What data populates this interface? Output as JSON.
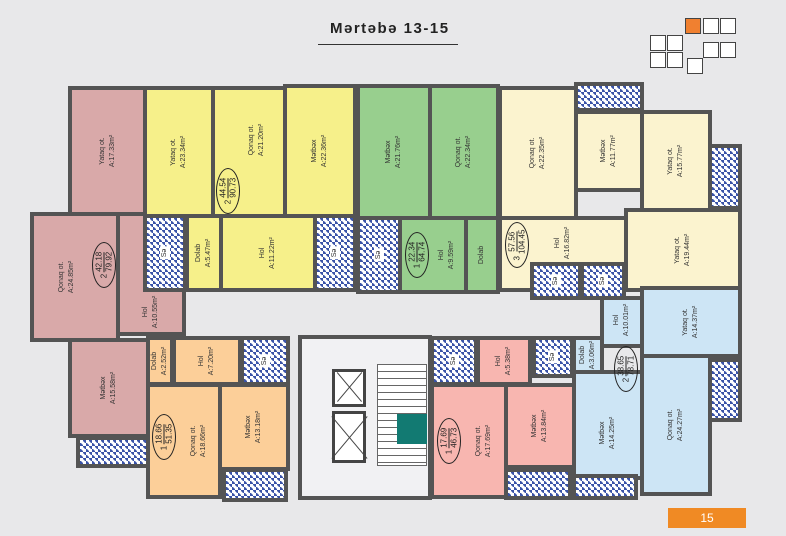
{
  "title": "Mərtəbə 13-15",
  "page_number": "15",
  "colors": {
    "accent": "#f08a24",
    "wall": "#545454",
    "bath_pattern": "#3a53a8"
  },
  "bath_label": "Sə",
  "apartments": [
    {
      "color": "#d9a9a9",
      "badge": {
        "rooms": "2",
        "living": "42.18",
        "total": "79.92"
      },
      "rooms": [
        {
          "name": "Yataq ot.",
          "area": "A:17.33m²"
        },
        {
          "name": "Qonaq ot.",
          "area": "A:24.85m²"
        },
        {
          "name": "Hol",
          "area": "A:10.55m²"
        },
        {
          "name": "Mətbəx",
          "area": "A:15.58m²"
        }
      ]
    },
    {
      "color": "#f6f08a",
      "badge": {
        "rooms": "2",
        "living": "44.54",
        "total": "90.73"
      },
      "rooms": [
        {
          "name": "Yataq ot.",
          "area": "A:23.34m²"
        },
        {
          "name": "Qonaq ot.",
          "area": "A:21.20m²"
        },
        {
          "name": "Mətbəx",
          "area": "A:22.36m²"
        },
        {
          "name": "Dolab",
          "area": "A:5.47m²"
        },
        {
          "name": "Hol",
          "area": "A:11.22m²"
        }
      ]
    },
    {
      "color": "#98cf8e",
      "badge": {
        "rooms": "1",
        "living": "22.34",
        "total": "64.74"
      },
      "rooms": [
        {
          "name": "Mətbəx",
          "area": "A:21.76m²"
        },
        {
          "name": "Qonaq ot.",
          "area": "A:22.34m²"
        },
        {
          "name": "Hol",
          "area": "A:9.59m²"
        },
        {
          "name": "Dolab",
          "area": ""
        }
      ]
    },
    {
      "color": "#fbf3cf",
      "badge": {
        "rooms": "3",
        "living": "57.56",
        "total": "104.45"
      },
      "rooms": [
        {
          "name": "Qonaq ot.",
          "area": "A:22.35m²"
        },
        {
          "name": "Mətbəx",
          "area": "A:11.77m²"
        },
        {
          "name": "Yataq ot.",
          "area": "A:15.77m²"
        },
        {
          "name": "Hol",
          "area": "A:16.82m²"
        },
        {
          "name": "Yataq ot.",
          "area": "A:19.44m²"
        }
      ]
    },
    {
      "color": "#cde5f5",
      "badge": {
        "rooms": "2",
        "living": "38.65",
        "total": "78.71"
      },
      "rooms": [
        {
          "name": "Yataq ot.",
          "area": "A:14.37m²"
        },
        {
          "name": "Hol",
          "area": "A:10.01m²"
        },
        {
          "name": "Dolab",
          "area": "A:3.06m²"
        },
        {
          "name": "Mətbəx",
          "area": "A:14.25m²"
        },
        {
          "name": "Qonaq ot.",
          "area": "A:24.27m²"
        }
      ]
    },
    {
      "color": "#f8b6b0",
      "badge": {
        "rooms": "1",
        "living": "17.69",
        "total": "46.73"
      },
      "rooms": [
        {
          "name": "Qonaq ot.",
          "area": "A:17.69m²"
        },
        {
          "name": "Mətbəx",
          "area": "A:13.84m²"
        },
        {
          "name": "Hol",
          "area": "A:5.38m²"
        }
      ]
    },
    {
      "color": "#fccf99",
      "badge": {
        "rooms": "1",
        "living": "18.66",
        "total": "51.35"
      },
      "rooms": [
        {
          "name": "Qonaq ot.",
          "area": "A:18.66m²"
        },
        {
          "name": "Mətbəx",
          "area": "A:13.18m²"
        },
        {
          "name": "Hol",
          "area": "A:7.20m²"
        },
        {
          "name": "Dolab",
          "area": "A:2.52m²"
        }
      ]
    }
  ]
}
